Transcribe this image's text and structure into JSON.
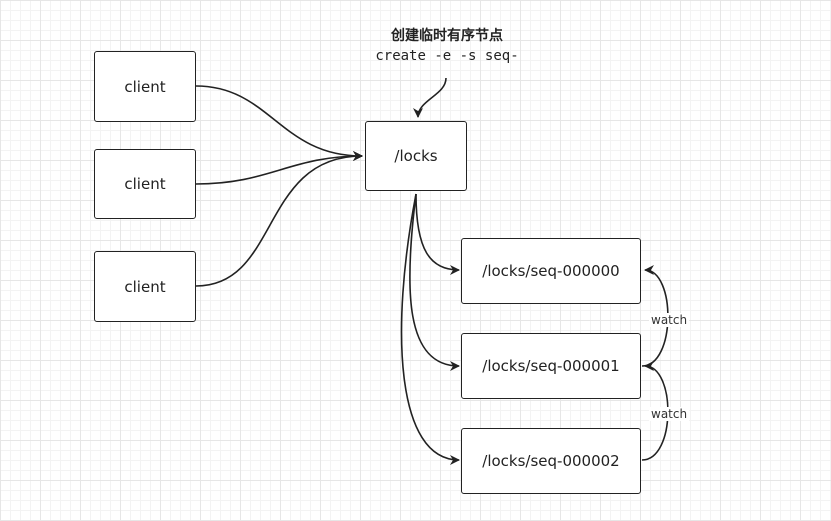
{
  "annotation": {
    "line1": "创建临时有序节点",
    "line2": "create -e  -s seq-"
  },
  "clients": [
    "client",
    "client",
    "client"
  ],
  "locks_node": "/locks",
  "seq_nodes": [
    "/locks/seq-000000",
    "/locks/seq-000001",
    "/locks/seq-000002"
  ],
  "watch_labels": [
    "watch",
    "watch"
  ],
  "colors": {
    "stroke": "#222222",
    "grid": "#e6e6e6",
    "background": "#ffffff"
  }
}
